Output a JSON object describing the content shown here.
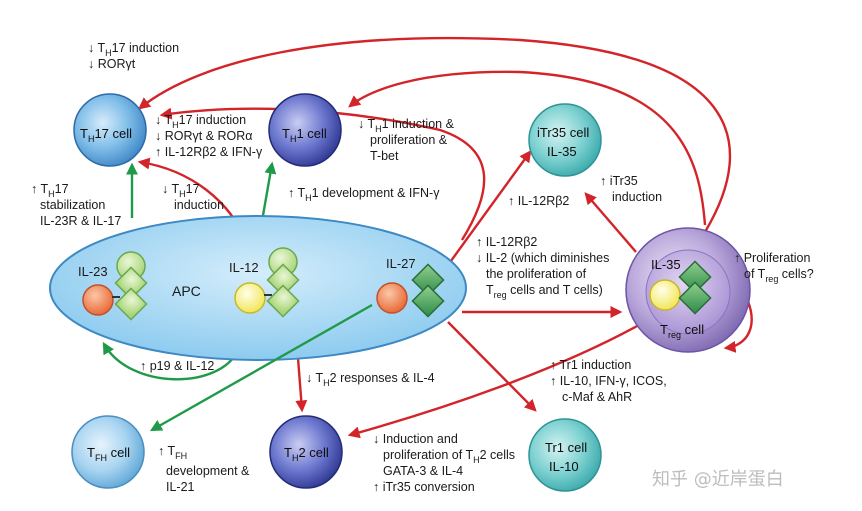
{
  "cells": {
    "th17": {
      "name": "T",
      "sub": "H",
      "suffix": "17 cell"
    },
    "th1": {
      "name": "T",
      "sub": "H",
      "suffix": "1 cell"
    },
    "itr35": {
      "line1": "iTr35 cell",
      "line2": "IL-35"
    },
    "tfh": {
      "name": "T",
      "sub": "FH",
      "suffix": " cell"
    },
    "th2": {
      "name": "T",
      "sub": "H",
      "suffix": "2 cell"
    },
    "tr1": {
      "line1": "Tr1 cell",
      "line2": "IL-10"
    },
    "treg": {
      "top": "IL-35",
      "name": "T",
      "sub": "reg",
      "suffix": " cell"
    },
    "apc": {
      "label": "APC",
      "il23": "IL-23",
      "il12": "IL-12",
      "il27": "IL-27"
    }
  },
  "annotations": {
    "top_left": {
      "l1a": "↓ T",
      "l1sub": "H",
      "l1b": "17 induction",
      "l2": "↓ RORγt"
    },
    "th17_right": {
      "l1a": "↓ T",
      "l1sub": "H",
      "l1b": "17 induction",
      "l2": "↓ RORγt & RORα",
      "l3": "↑ IL-12Rβ2 & IFN-γ"
    },
    "th1_right": {
      "l1a": "↓ T",
      "l1sub": "H",
      "l1b": "1 induction &",
      "l2": "proliferation &",
      "l3": "T-bet"
    },
    "th17_stab": {
      "l1a": "↑ T",
      "l1sub": "H",
      "l1b": "17",
      "l2": "stabilization",
      "l3": "IL-23R & IL-17"
    },
    "th17_ind": {
      "l1a": "↓ T",
      "l1sub": "H",
      "l1b": "17",
      "l2": "induction"
    },
    "th1_dev": {
      "a": "↑ T",
      "sub": "H",
      "b": "1 development & IFN-γ"
    },
    "il12rb2": {
      "text": "↑ IL-12Rβ2"
    },
    "itr35_ind": {
      "l1": "↑ iTr35",
      "l2": "induction"
    },
    "il2": {
      "l1": "↑ IL-12Rβ2",
      "l2": "↓ IL-2 (which diminishes",
      "l3": "the proliferation of",
      "l4a": "T",
      "l4sub": "reg",
      "l4b": " cells and T cells)"
    },
    "treg_prolif": {
      "l1": "↑ Proliferation",
      "l2a": "of T",
      "l2sub": "reg",
      "l2b": " cells?"
    },
    "p19": {
      "text": "↑ p19 & IL-12"
    },
    "th2_resp": {
      "a": "↓ T",
      "sub": "H",
      "b": "2 responses & IL-4"
    },
    "tr1_ind": {
      "l1": "↑ Tr1 induction",
      "l2": "↑ IL-10, IFN-γ, ICOS,",
      "l3": "c-Maf & AhR"
    },
    "tfh_dev": {
      "l1a": "↑ T",
      "l1sub": "FH",
      "l2": "development &",
      "l3": "IL-21"
    },
    "th2_ind": {
      "l1": "↓ Induction and",
      "l2a": "proliferation of T",
      "l2sub": "H",
      "l2b": "2 cells",
      "l3": "GATA-3 & IL-4",
      "l4": "↑ iTr35 conversion"
    }
  },
  "watermark": "知乎 @近岸蛋白",
  "colors": {
    "red": "#d3242a",
    "green": "#1f9a48",
    "apc": "#9fd3f0",
    "th17": "#5aa5dc",
    "th1": "#3e4aa8",
    "itr35": "#4dbdbf",
    "treg": "#9a86c4"
  }
}
